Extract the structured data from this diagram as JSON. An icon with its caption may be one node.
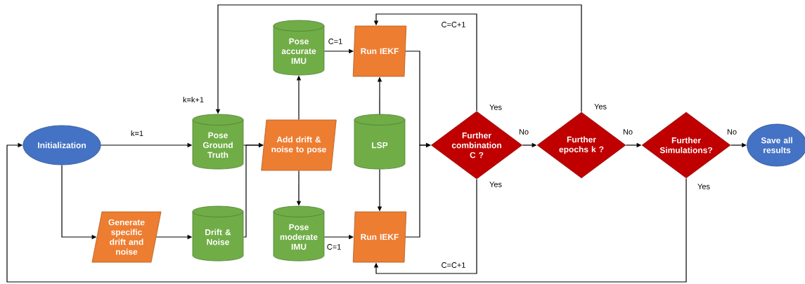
{
  "diagram": {
    "nodes": [
      {
        "text": [
          "Initialization"
        ]
      },
      {
        "text": [
          "Pose Ground Truth"
        ]
      },
      {
        "text": [
          "Generate specific drift and noise"
        ]
      },
      {
        "text": [
          "Drift & Noise"
        ]
      },
      {
        "text": [
          "Add drift & noise to pose"
        ]
      },
      {
        "text": [
          "Pose accurate IMU"
        ]
      },
      {
        "text": [
          "Pose moderate IMU"
        ]
      },
      {
        "text": [
          "LSP"
        ]
      },
      {
        "text": [
          "Run IEKF"
        ]
      },
      {
        "text": [
          "Run IEKF"
        ]
      },
      {
        "text": [
          "Further combination C ?"
        ]
      },
      {
        "text": [
          "Further epochs k ?"
        ]
      },
      {
        "text": [
          "Further Simulations?"
        ]
      },
      {
        "text": [
          "Save all results"
        ]
      }
    ],
    "edges": [
      {
        "from": 0,
        "to": 1,
        "arrow": "to",
        "label": "k=1"
      },
      {
        "from": 0,
        "to": 2,
        "arrow": "to"
      },
      {
        "from": 2,
        "to": 3,
        "arrow": "to"
      },
      {
        "from": 1,
        "to": 4,
        "arrow": "to"
      },
      {
        "from": 3,
        "to": 4,
        "arrow": "to"
      },
      {
        "from": 4,
        "to": 5,
        "arrow": "to"
      },
      {
        "from": 4,
        "to": 6,
        "arrow": "to"
      },
      {
        "from": 5,
        "to": 8,
        "arrow": "to",
        "label": "C=1"
      },
      {
        "from": 6,
        "to": 9,
        "arrow": "to",
        "label": "C=1"
      },
      {
        "from": 7,
        "to": 8,
        "arrow": "to"
      },
      {
        "from": 7,
        "to": 9,
        "arrow": "to"
      },
      {
        "from": 8,
        "to": 10,
        "arrow": "to"
      },
      {
        "from": 9,
        "to": 10,
        "arrow": "to"
      },
      {
        "from": 10,
        "to": 11,
        "arrow": "to",
        "label": "No"
      },
      {
        "from": 11,
        "to": 12,
        "arrow": "to",
        "label": "No"
      },
      {
        "from": 12,
        "to": 13,
        "arrow": "to",
        "label": "No"
      },
      {
        "from": 10,
        "to": 8,
        "arrow": "to",
        "label": "Yes"
      },
      {
        "from": 10,
        "to": 9,
        "arrow": "to",
        "label": "Yes"
      },
      {
        "from": 11,
        "to": 1,
        "arrow": "to",
        "label": "Yes"
      },
      {
        "from": 12,
        "to": 0,
        "arrow": "to",
        "label": "Yes"
      }
    ],
    "labels": [
      "C=C+1",
      "k=k+1",
      "C=C+1"
    ]
  }
}
